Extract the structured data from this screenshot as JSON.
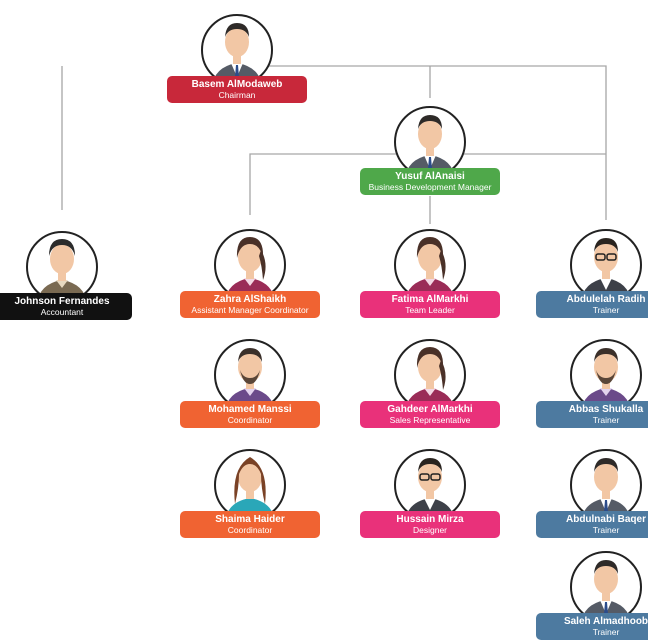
{
  "colors": {
    "red": "#c8283a",
    "green": "#4fa84a",
    "black": "#111111",
    "orange": "#f06332",
    "pink": "#e9317a",
    "steel": "#4d7aa0",
    "line": "#a6a6a6"
  },
  "people": [
    {
      "id": "basem",
      "name": "Basem AlModaweb",
      "title": "Chairman",
      "color": "red",
      "avatar": "man-suit"
    },
    {
      "id": "yusuf",
      "name": "Yusuf AlAnaisi",
      "title": "Business Development Manager",
      "color": "green",
      "avatar": "man-suit"
    },
    {
      "id": "johnson",
      "name": "Johnson Fernandes",
      "title": "Accountant",
      "color": "black",
      "avatar": "man-casual"
    },
    {
      "id": "zahra",
      "name": "Zahra AlShaikh",
      "title": "Assistant Manager Coordinator",
      "color": "orange",
      "avatar": "woman-ponytail"
    },
    {
      "id": "mohamed",
      "name": "Mohamed Manssi",
      "title": "Coordinator",
      "color": "orange",
      "avatar": "man-beard"
    },
    {
      "id": "shaima",
      "name": "Shaima Haider",
      "title": "Coordinator",
      "color": "orange",
      "avatar": "woman-longhair"
    },
    {
      "id": "fatima",
      "name": "Fatima AlMarkhi",
      "title": "Team Leader",
      "color": "pink",
      "avatar": "woman-ponytail"
    },
    {
      "id": "gahdeer",
      "name": "Gahdeer AlMarkhi",
      "title": "Sales Representative",
      "color": "pink",
      "avatar": "woman-ponytail"
    },
    {
      "id": "hussain",
      "name": "Hussain Mirza",
      "title": "Designer",
      "color": "pink",
      "avatar": "man-glasses"
    },
    {
      "id": "abdulelah",
      "name": "Abdulelah Radih",
      "title": "Trainer",
      "color": "steel",
      "avatar": "man-glasses"
    },
    {
      "id": "abbas",
      "name": "Abbas Shukalla",
      "title": "Trainer",
      "color": "steel",
      "avatar": "man-beard"
    },
    {
      "id": "abdulnabi",
      "name": "Abdulnabi Baqer",
      "title": "Trainer",
      "color": "steel",
      "avatar": "man-suit"
    },
    {
      "id": "saleh",
      "name": "Saleh Almadhoob",
      "title": "Trainer",
      "color": "steel",
      "avatar": "man-suit"
    }
  ]
}
